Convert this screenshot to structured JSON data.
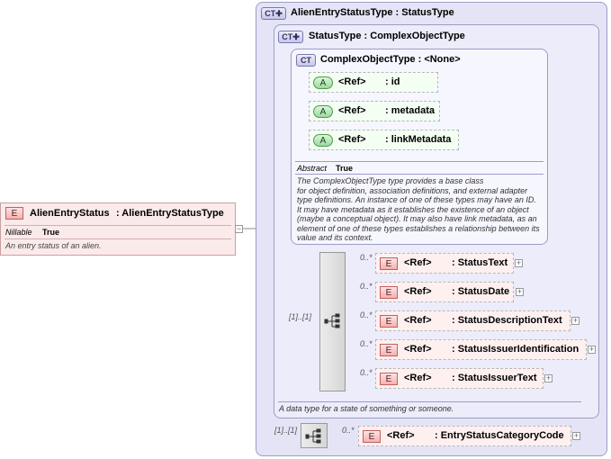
{
  "root": {
    "badge": "E",
    "name": "AlienEntryStatus",
    "type": ": AlienEntryStatusType",
    "prop_label": "Nillable",
    "prop_value": "True",
    "description": "An entry status of an alien.",
    "collapse_symbol": "−"
  },
  "outer_type": {
    "badge": "CT",
    "title": "AlienEntryStatusType : StatusType"
  },
  "status_type": {
    "badge": "CT",
    "title": "StatusType : ComplexObjectType",
    "description": "A data type for a state of something or someone."
  },
  "complex_object_type": {
    "badge": "CT",
    "title": "ComplexObjectType : <None>",
    "attributes": [
      {
        "badge": "A",
        "ref": "<Ref>",
        "name": ": id"
      },
      {
        "badge": "A",
        "ref": "<Ref>",
        "name": ": metadata"
      },
      {
        "badge": "A",
        "ref": "<Ref>",
        "name": ": linkMetadata"
      }
    ],
    "abstract_label": "Abstract",
    "abstract_value": "True",
    "doc_lines": [
      "The ComplexObjectType type provides a base class",
      "for object definition, association definitions, and external adapter",
      "type definitions. An instance of one of these types may have an ID.",
      "It may have metadata as it establishes the existence of an object",
      "(maybe a conceptual object). It may also have link metadata, as an",
      "element of one of these types establishes a relationship between its",
      "value and its context."
    ]
  },
  "status_sequence": {
    "cardinality": "[1]..[1]",
    "elements": [
      {
        "badge": "E",
        "ref": "<Ref>",
        "name": ": StatusText",
        "occurs": "0..*",
        "expand": "+"
      },
      {
        "badge": "E",
        "ref": "<Ref>",
        "name": ": StatusDate",
        "occurs": "0..*",
        "expand": "+"
      },
      {
        "badge": "E",
        "ref": "<Ref>",
        "name": ": StatusDescriptionText",
        "occurs": "0..*",
        "expand": "+"
      },
      {
        "badge": "E",
        "ref": "<Ref>",
        "name": ": StatusIssuerIdentification",
        "occurs": "0..*",
        "expand": "+"
      },
      {
        "badge": "E",
        "ref": "<Ref>",
        "name": ": StatusIssuerText",
        "occurs": "0..*",
        "expand": "+"
      }
    ]
  },
  "outer_sequence": {
    "cardinality": "[1]..[1]",
    "elements": [
      {
        "badge": "E",
        "ref": "<Ref>",
        "name": ": EntryStatusCategoryCode",
        "occurs": "0..*",
        "expand": "+"
      }
    ]
  }
}
